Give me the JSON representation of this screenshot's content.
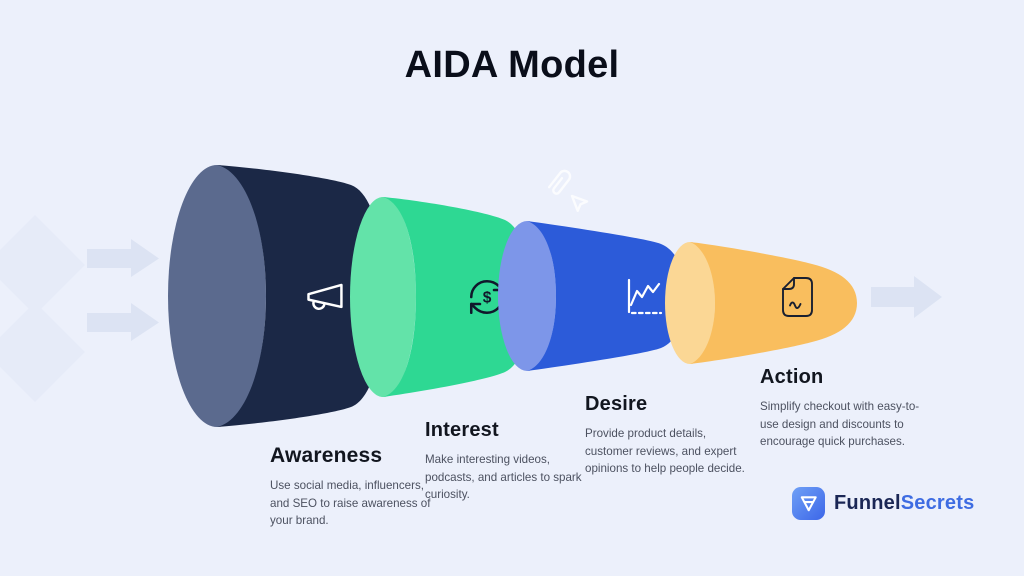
{
  "title": "AIDA Model",
  "background_color": "#ECF0FB",
  "stages": [
    {
      "name": "Awareness",
      "description": "Use social media, influencers, and SEO to raise awareness of your brand.",
      "icon": "megaphone-icon",
      "body_color": "#1B2846",
      "cap_color": "#5B6A8E",
      "icon_color": "#FFFFFF"
    },
    {
      "name": "Interest",
      "description": "Make interesting videos, podcasts, and articles to spark curiosity.",
      "icon": "refresh-dollar-icon",
      "body_color": "#2ED893",
      "cap_color": "#63E3A9",
      "icon_color": "#10182B"
    },
    {
      "name": "Desire",
      "description": "Provide product details, customer reviews, and expert opinions to help people decide.",
      "icon": "line-chart-icon",
      "body_color": "#2C5BD9",
      "cap_color": "#7D96E9",
      "icon_color": "#FFFFFF"
    },
    {
      "name": "Action",
      "description": "Simplify checkout with easy-to-use design and discounts to encourage quick purchases.",
      "icon": "signed-document-icon",
      "body_color": "#F9BE5E",
      "cap_color": "#FBD795",
      "icon_color": "#1A2030"
    }
  ],
  "icons": {
    "dollar_glyph": "$"
  },
  "decorations": {
    "arrow_color": "#DCE3F3",
    "left_arrow_count": 2,
    "right_arrow_count": 1,
    "paperclip_icon_color": "#FFFFFF",
    "diamond_color": "#E2E8F6"
  },
  "brand": {
    "name_primary": "Funnel",
    "name_secondary": "Secrets",
    "icon": "funnel-logo-icon",
    "primary_color": "#1B2755",
    "secondary_color": "#3E6CE2"
  }
}
